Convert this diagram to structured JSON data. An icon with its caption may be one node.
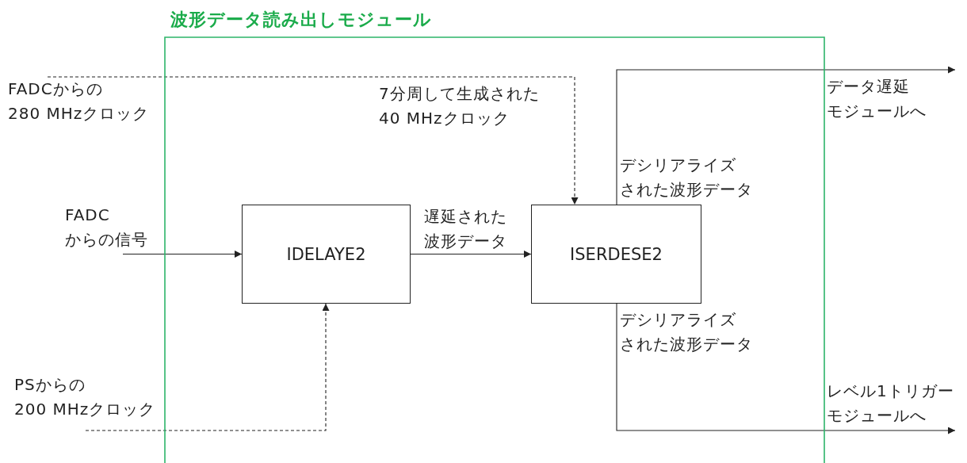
{
  "diagram": {
    "nodes": [
      {
        "text": [
          "波形データ読み出しモジュール"
        ]
      },
      {
        "text": [
          "FADCからの280 MHzクロック"
        ]
      },
      {
        "text": [
          "FADCからの信号"
        ]
      },
      {
        "text": [
          "IDELAYE2"
        ],
        "in": 0
      },
      {
        "text": [
          "ISERDESE2"
        ],
        "in": 0
      },
      {
        "text": [
          "PSからの200 MHzクロック"
        ]
      },
      {
        "text": [
          "データ遅延モジュールへ"
        ]
      },
      {
        "text": [
          "レベル1トリガーモジュールへ"
        ]
      }
    ],
    "edges": [
      {
        "from": 1,
        "to": 4,
        "arrow": "to",
        "style": "dashed",
        "label": "7分周して生成された40 MHzクロック"
      },
      {
        "from": 2,
        "to": 3,
        "arrow": "to"
      },
      {
        "from": 3,
        "to": 4,
        "arrow": "to",
        "label": "遅延された波形データ"
      },
      {
        "from": 5,
        "to": 3,
        "arrow": "to",
        "style": "dashed"
      },
      {
        "from": 4,
        "to": 6,
        "arrow": "to",
        "label": "デシリアライズされた波形データ"
      },
      {
        "from": 4,
        "to": 7,
        "arrow": "to",
        "label": "デシリアライズされた波形データ"
      }
    ]
  }
}
